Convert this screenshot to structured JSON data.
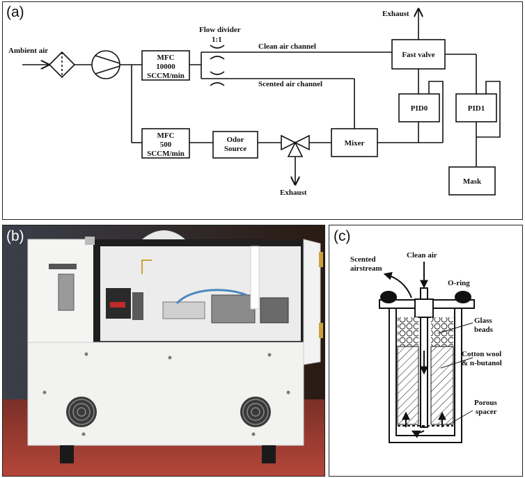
{
  "panels": {
    "a": {
      "letter": "(a)",
      "labels": {
        "ambient_air": "Ambient air",
        "flow_divider": "Flow divider",
        "flow_ratio": "1:1",
        "clean_channel": "Clean air channel",
        "scented_channel": "Scented air channel",
        "exhaust_top": "Exhaust",
        "exhaust_bottom": "Exhaust"
      },
      "boxes": {
        "mfc_high": [
          "MFC",
          "10000",
          "SCCM/min"
        ],
        "mfc_low": [
          "MFC",
          "500",
          "SCCM/min"
        ],
        "odor_source": [
          "Odor",
          "Source"
        ],
        "mixer": "Mixer",
        "fast_valve": "Fast valve",
        "pid0": "PID0",
        "pid1": "PID1",
        "mask": "Mask"
      }
    },
    "b": {
      "letter": "(b)"
    },
    "c": {
      "letter": "(c)",
      "labels": {
        "clean_air": "Clean air",
        "scented": [
          "Scented",
          "airstream"
        ],
        "oring": "O-ring",
        "glass_beads": [
          "Glass",
          "beads"
        ],
        "cotton": [
          "Cotton wool",
          "& n-butanol"
        ],
        "porous": [
          "Porous",
          "spacer"
        ]
      }
    }
  },
  "colors": {
    "line": "#111111",
    "panel_border": "#222222",
    "photo_background": "#2a1a12",
    "cabinet_white": "#f2f2f0",
    "floor_red": "#b5463a"
  }
}
